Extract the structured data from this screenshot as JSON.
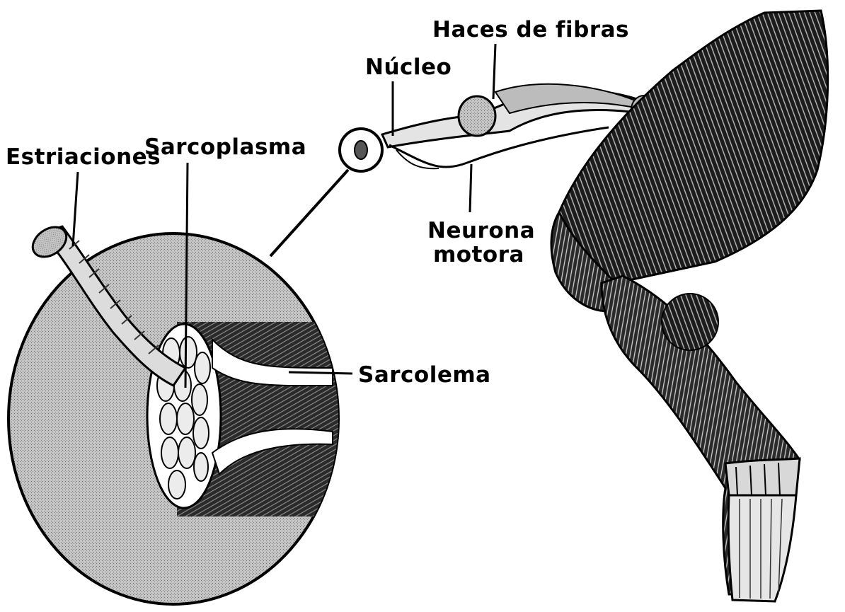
{
  "labels": {
    "haces_de_fibras": "Haces de fibras",
    "nucleo": "Núcleo",
    "estriaciones": "Estriaciones",
    "sarcoplasma": "Sarcoplasma",
    "neurona_line1": "Neurona",
    "neurona_line2": "motora",
    "sarcolema": "Sarcolema"
  },
  "colors": {
    "ink": "#000000",
    "zoom_fill": "#b9b9b9",
    "fiber_light": "#e8e8e8",
    "background": "#ffffff"
  }
}
